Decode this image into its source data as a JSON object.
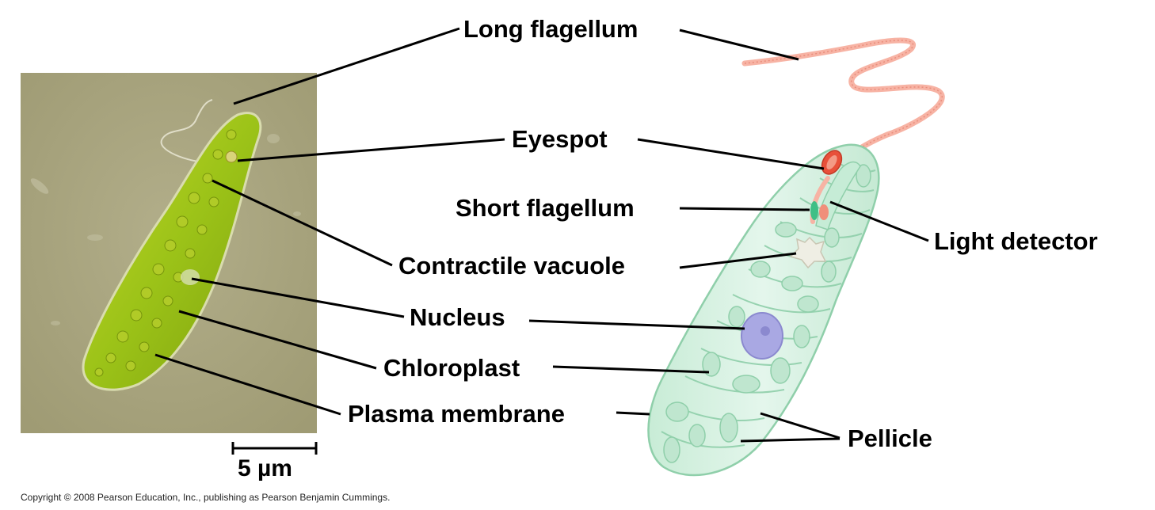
{
  "labels": {
    "long_flagellum": "Long flagellum",
    "eyespot": "Eyespot",
    "short_flagellum": "Short flagellum",
    "light_detector": "Light detector",
    "contractile_vacuole": "Contractile vacuole",
    "nucleus": "Nucleus",
    "chloroplast": "Chloroplast",
    "plasma_membrane": "Plasma membrane",
    "pellicle": "Pellicle"
  },
  "scale_bar": {
    "label": "5 µm"
  },
  "copyright": "Copyright © 2008 Pearson Education, Inc., publishing as Pearson Benjamin Cummings.",
  "colors": {
    "micrograph_bg": "#a9a57f",
    "cell_green": "#9cc318",
    "cell_body": "#d4efe0",
    "cell_outline": "#8fcfaa",
    "chloroplast": "#bfe6cf",
    "flagellum": "#f5a898",
    "eyespot": "#e8503a",
    "nucleus": "#a9a8e3",
    "vacuole": "#efeee4"
  }
}
